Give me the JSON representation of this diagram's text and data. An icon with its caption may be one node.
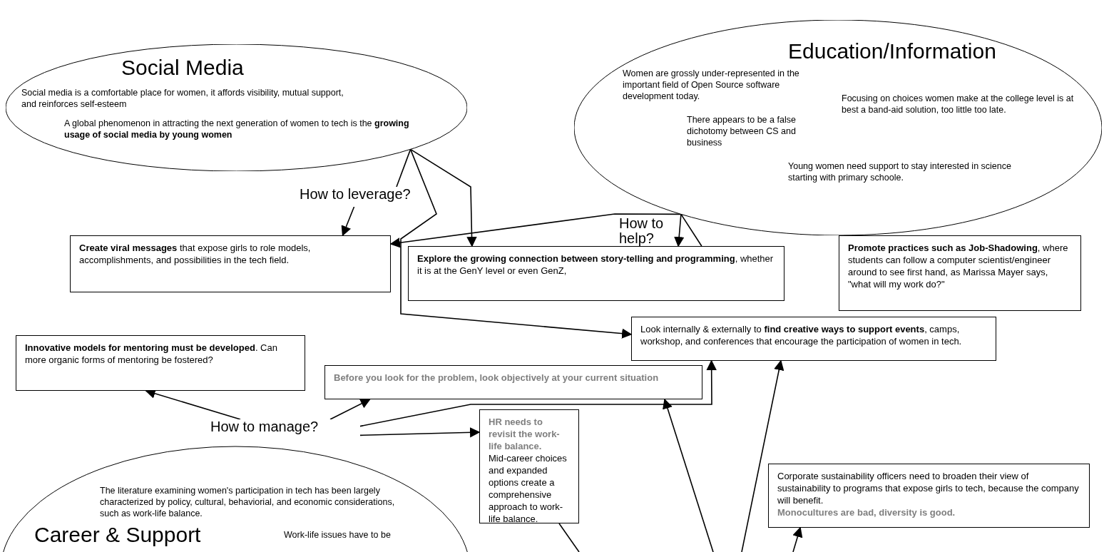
{
  "diagram": {
    "nodes": [
      {
        "text": [
          "Social Media",
          "Social media is a comfortable place for women, it affords visibility, mutual support, and reinforces self-esteem",
          "A global phenomenon in attracting the next generation of women to tech is the **growing usage of social media by young women**"
        ]
      },
      {
        "text": [
          "Education/Information",
          "Women are grossly under-represented in the important field of Open Source software development today.",
          "There appears to be a false dichotomy between CS and business",
          "Focusing on choices women make at the college level is at best a band-aid solution, too little too late.",
          "Young women need support to stay interested in science starting with primary schoole."
        ]
      },
      {
        "text": [
          "How to leverage?"
        ]
      },
      {
        "text": [
          "How to help?"
        ]
      },
      {
        "text": [
          "**Create viral messages** that expose girls to role models, accomplishments, and possibilities in the tech field."
        ]
      },
      {
        "text": [
          "**Explore the growing connection between story-telling and programming**, whether it is at the GenY level or even GenZ,"
        ]
      },
      {
        "text": [
          "**Promote practices such as Job-Shadowing**, where students can follow a computer scientist/engineer around to see first hand, as Marissa Mayer says, \"what will my work do?\""
        ]
      },
      {
        "text": [
          "Look internally & externally to **find creative ways to support events**, camps, workshop, and conferences that encourage the participation of women in tech."
        ]
      },
      {
        "text": [
          "**Innovative models for mentoring must be developed**. Can more organic forms of mentoring be fostered?"
        ]
      },
      {
        "text": [
          "Before you look for the problem, look objectively at your current situation"
        ]
      },
      {
        "text": [
          "How to manage?"
        ]
      },
      {
        "text": [
          "HR needs to revisit the work-life balance.",
          "Mid-career choices and expanded options create a comprehensive approach to work-life balance."
        ]
      },
      {
        "text": [
          "The literature examining women's participation in tech has been largely characterized by policy, cultural, behaviorial, and economic considerations, such as work-life balance.",
          "Career & Support",
          "Work-life issues have to be"
        ]
      },
      {
        "text": [
          "Corporate sustainability officers need to broaden their view of sustainability to programs that expose girls to tech, because the company will benefit.",
          "Monocultures are bad, diversity is good."
        ]
      }
    ],
    "edges": [
      {
        "from": 0,
        "to": 2,
        "arrow": "none"
      },
      {
        "from": 2,
        "to": 4,
        "arrow": "to"
      },
      {
        "from": 0,
        "to": 5,
        "arrow": "to"
      },
      {
        "from": 0,
        "to": 7,
        "arrow": "to"
      },
      {
        "from": 1,
        "to": 4,
        "arrow": "to"
      },
      {
        "from": 1,
        "to": 5,
        "arrow": "to"
      },
      {
        "from": 1,
        "to": 5,
        "arrow": "none"
      },
      {
        "from": 1,
        "to": 6,
        "arrow": "to"
      },
      {
        "from": 10,
        "to": 8,
        "arrow": "to"
      },
      {
        "from": 10,
        "to": 9,
        "arrow": "to"
      },
      {
        "from": 10,
        "to": 7,
        "arrow": "to"
      },
      {
        "from": 10,
        "to": 11,
        "arrow": "to"
      },
      {
        "from": null,
        "to": 9,
        "arrow": "to"
      },
      {
        "from": null,
        "to": 7,
        "arrow": "to"
      },
      {
        "from": null,
        "to": 13,
        "arrow": "to"
      },
      {
        "from": 11,
        "to": null,
        "arrow": "none"
      }
    ]
  }
}
